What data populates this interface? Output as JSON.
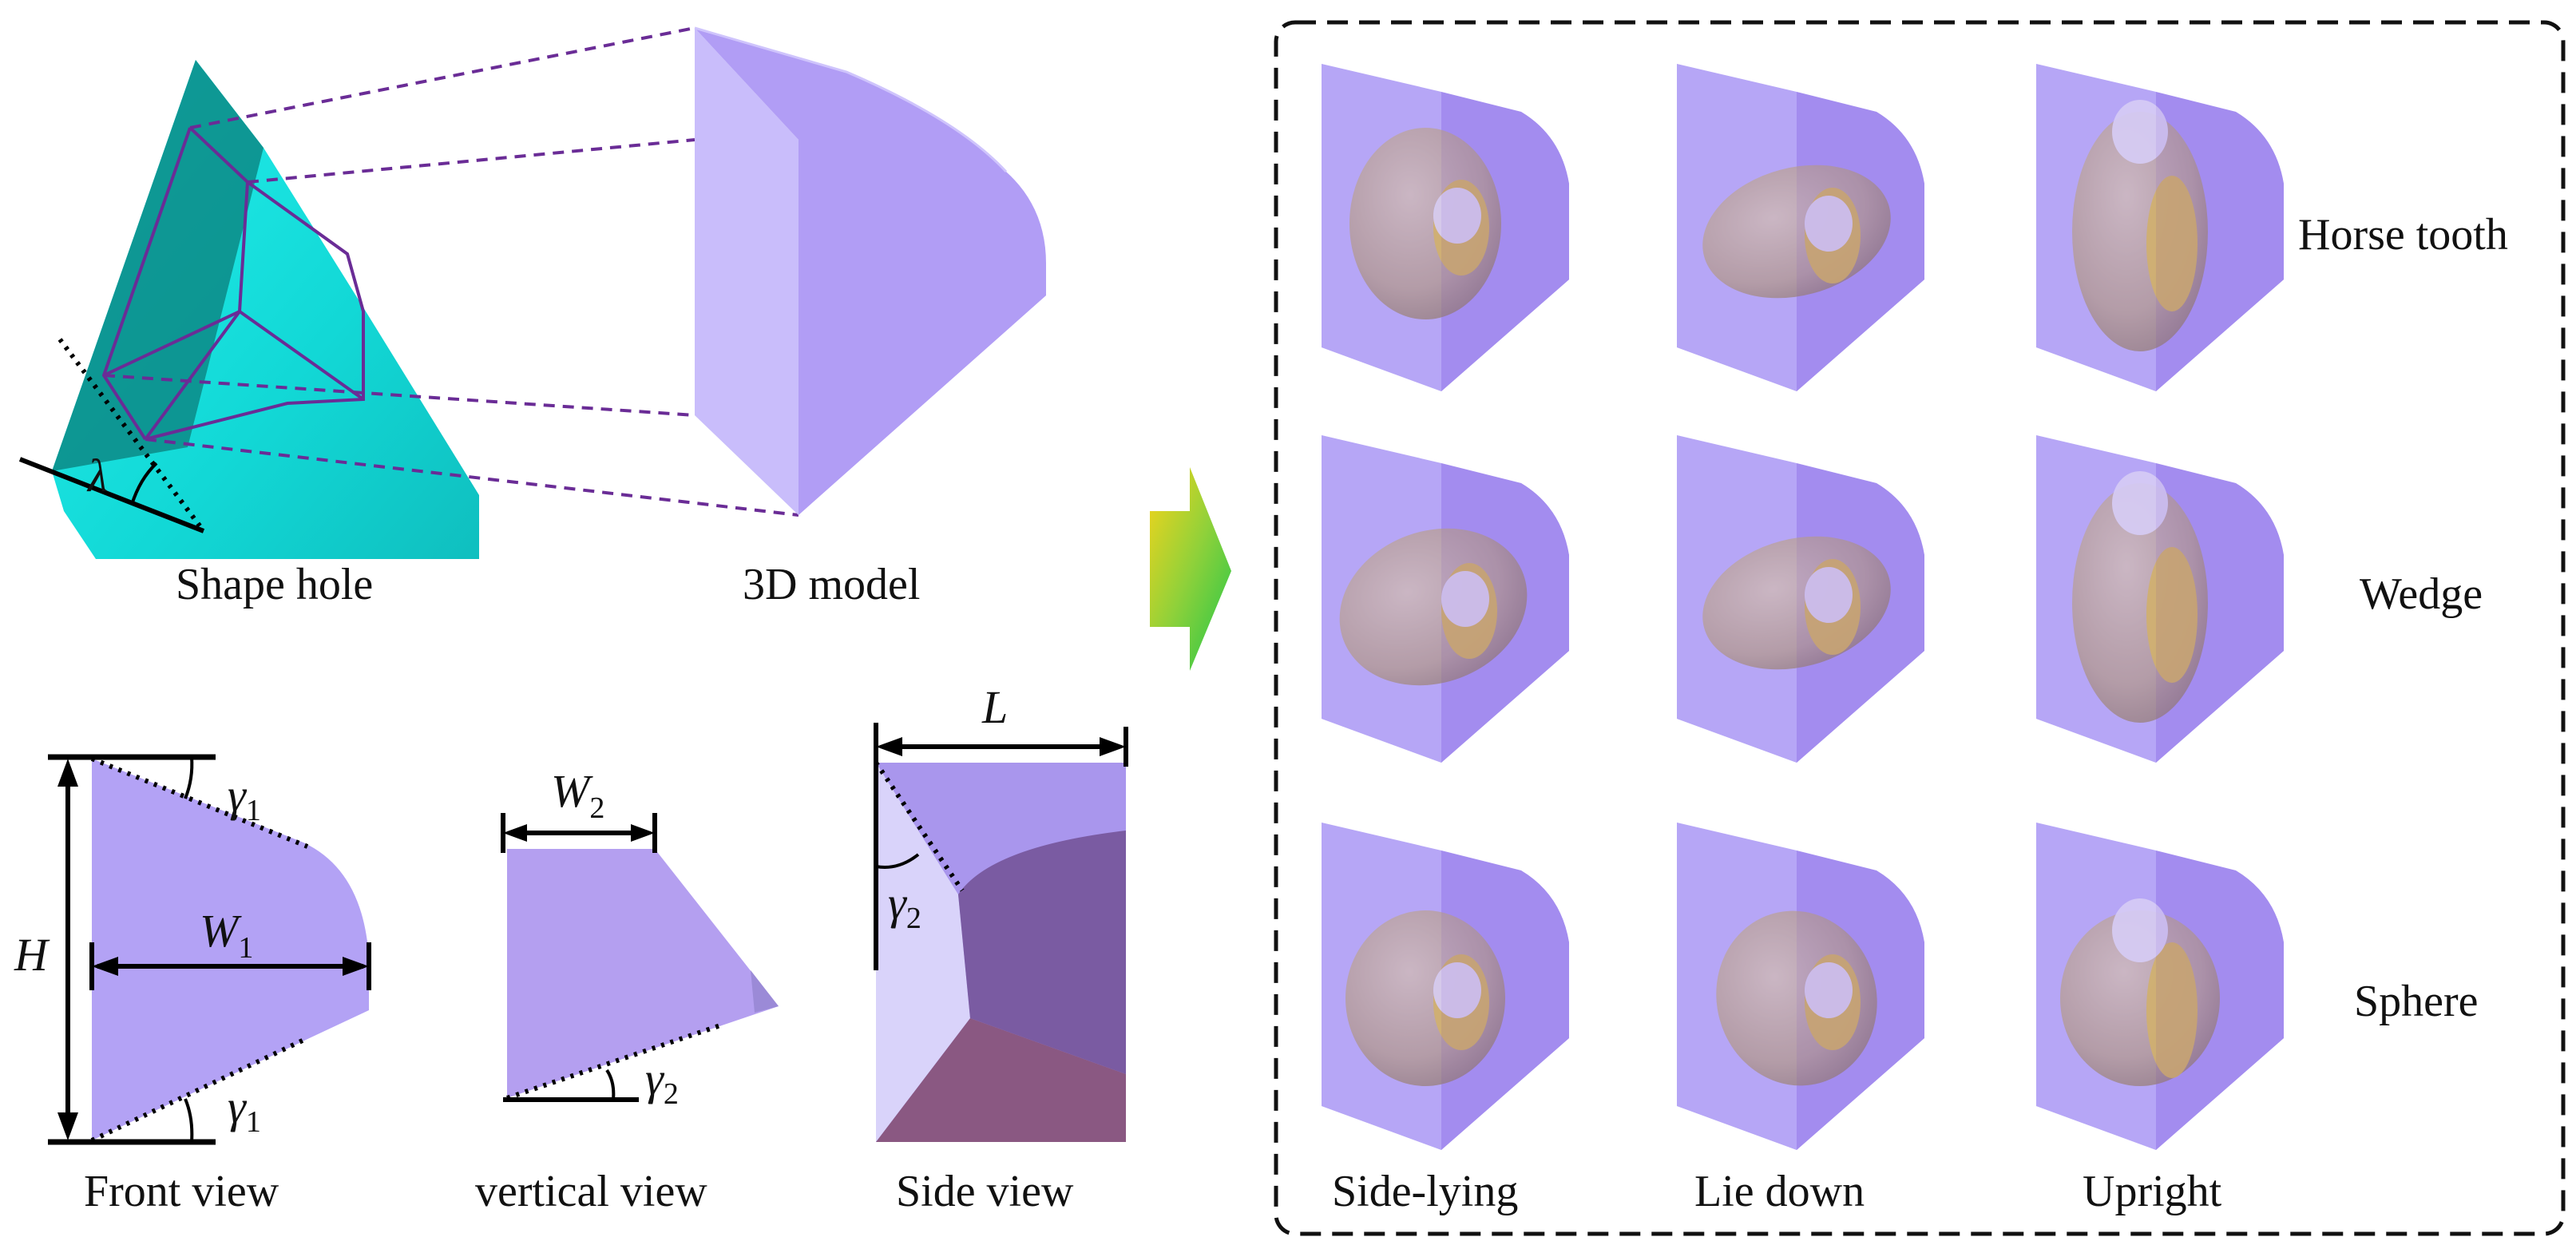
{
  "top_left": {
    "shape_hole_caption": "Shape hole",
    "model_caption": "3D model",
    "lambda_symbol": "λ"
  },
  "views": {
    "front": {
      "caption": "Front view",
      "H": "H",
      "W": "W",
      "W_sub": "1",
      "gamma": "γ",
      "gamma_sub": "1"
    },
    "vertical": {
      "caption": "vertical view",
      "W": "W",
      "W_sub": "2",
      "gamma": "γ",
      "gamma_sub": "2"
    },
    "side": {
      "caption": "Side view",
      "L": "L",
      "gamma": "γ",
      "gamma_sub": "2"
    }
  },
  "grid": {
    "rows": [
      "Horse tooth",
      "Wedge",
      "Sphere"
    ],
    "columns": [
      "Side-lying",
      "Lie down",
      "Upright"
    ]
  },
  "colors": {
    "cyan": "#19e6e4",
    "cyan_dark": "#0b7f7a",
    "purple_light": "#c3b6fb",
    "purple_mid": "#b09cf4",
    "purple_dark": "#7a5fa8",
    "purple_line": "#5b2b8a",
    "seed_tan": "#b69b7d",
    "seed_yellow": "#e3b81a"
  }
}
